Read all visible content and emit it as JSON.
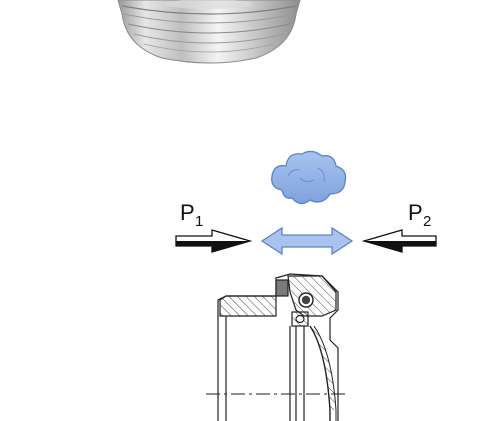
{
  "labels": {
    "left_pressure": "P",
    "left_pressure_sub": "1",
    "right_pressure": "P",
    "right_pressure_sub": "2"
  },
  "icons": {
    "product_photo": "threaded-plug-photo-icon",
    "cloud": "cloud-icon",
    "left_arrow": "arrow-right-icon",
    "bidirectional_arrow": "double-arrow-icon",
    "right_arrow": "arrow-left-icon",
    "cross_section": "membrane-plug-cross-section-icon"
  },
  "colors": {
    "background": "#ffffff",
    "cloud_fill": "#8fb0e6",
    "cloud_stroke": "#5b84c8",
    "double_arrow_fill": "#a9c3ee",
    "double_arrow_stroke": "#5b84c8",
    "arrow_dark": "#111111",
    "line": "#222222"
  }
}
